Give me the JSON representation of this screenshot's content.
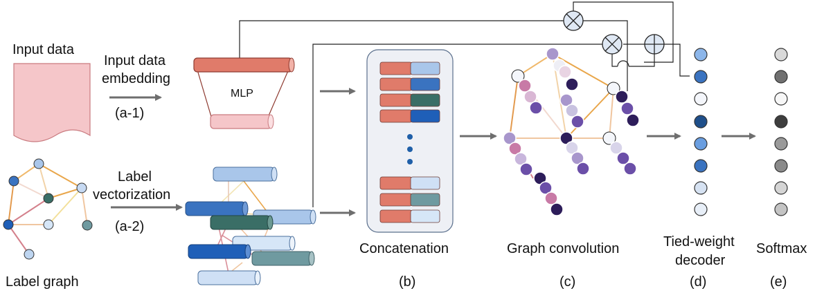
{
  "labels": {
    "input_data": "Input data",
    "input_embedding_1": "Input data",
    "input_embedding_2": "embedding",
    "step_a1": "(a-1)",
    "mlp": "MLP",
    "label_vec_1": "Label",
    "label_vec_2": "vectorization",
    "step_a2": "(a-2)",
    "label_graph": "Label graph",
    "concatenation": "Concatenation",
    "step_b": "(b)",
    "graph_conv": "Graph convolution",
    "step_c": "(c)",
    "decoder_1": "Tied-weight",
    "decoder_2": "decoder",
    "step_d": "(d)",
    "softmax": "Softmax",
    "step_e": "(e)"
  },
  "colors": {
    "salmon": "#e07b6a",
    "pink_light": "#f5c6c9",
    "arrow_gray": "#6e6e6e",
    "panel_bg": "#eef0f5",
    "dot_blue": "#1f5fa8"
  },
  "icons": {
    "multiply_1": "multiply-icon",
    "multiply_2": "multiply-icon",
    "add": "plus-icon",
    "document": "document-icon"
  }
}
